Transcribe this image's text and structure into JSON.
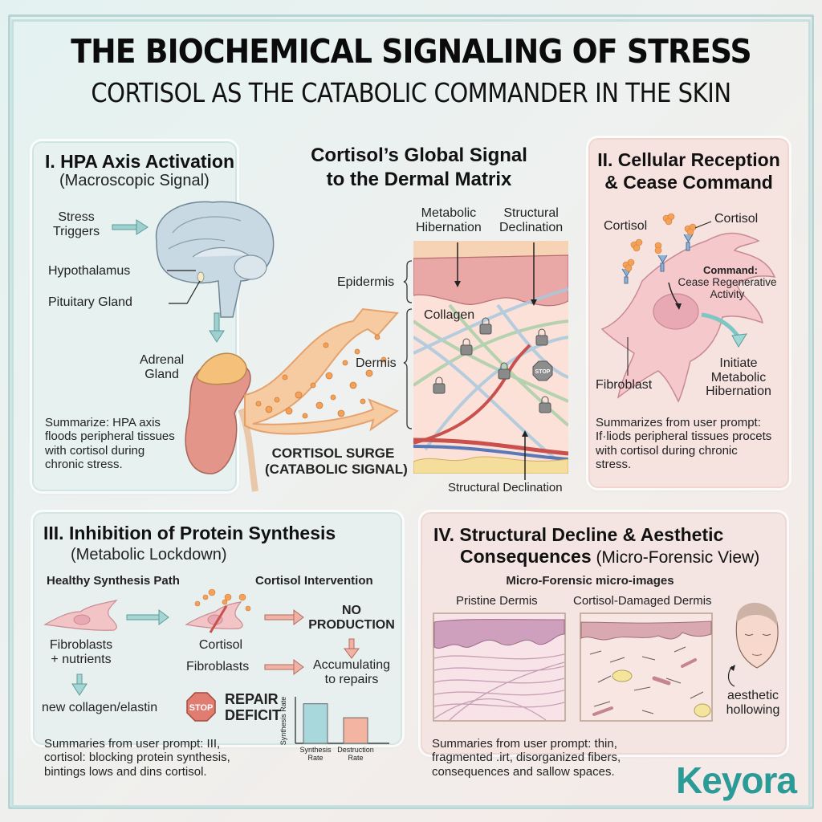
{
  "header": {
    "title": "THE BIOCHEMICAL SIGNALING OF STRESS",
    "subtitle": "CORTISOL AS THE CATABOLIC COMMANDER IN THE SKIN"
  },
  "panel1": {
    "title": "I. HPA Axis Activation",
    "subtitle": "(Macroscopic Signal)",
    "labels": {
      "stress_triggers": "Stress\nTriggers",
      "hypothalamus": "Hypothalamus",
      "pituitary": "Pituitary Gland",
      "adrenal": "Adrenal\nGland"
    },
    "summary": "Summarize: HPA axis floods peripheral tissues with cortisol during chronic stress."
  },
  "center": {
    "title_line1": "Cortisol’s Global Signal",
    "title_line2": "to the Dermal Matrix",
    "labels": {
      "metabolic_hibernation": "Metabolic\nHibernation",
      "structural_declination_top": "Structural\nDeclination",
      "epidermis": "Epidermis",
      "collagen": "Collagen",
      "dermis": "Dermis",
      "structural_declination_bottom": "Structural Declination",
      "stop": "STOP"
    },
    "surge_line1": "CORTISOL SURGE",
    "surge_line2": "(CATABOLIC SIGNAL)"
  },
  "panel2": {
    "title_line1": "II. Cellular Reception",
    "title_line2": "& Cease Command",
    "labels": {
      "cortisol_left": "Cortisol",
      "cortisol_right": "Cortisol",
      "command_head": "Command:",
      "command_body": "Cease Regenerative\nActivity",
      "fibroblast": "Fibroblast",
      "initiate": "Initiate\nMetabolic\nHibernation"
    },
    "summary": "Summarizes from user prompt: If·liods peripheral tissues procets with cortisol during chronic stress."
  },
  "panel3": {
    "title": "III. Inhibition of Protein Synthesis",
    "subtitle": "(Metabolic Lockdown)",
    "healthy_head": "Healthy Synthesis Path",
    "intervention_head": "Cortisol Intervention",
    "labels": {
      "fibroblasts_nutrients": "Fibroblasts\n+ nutrients",
      "new_collagen": "new collagen/elastin",
      "cortisol": "Cortisol",
      "fibroblasts": "Fibroblasts",
      "no_production": "NO\nPRODUCTION",
      "accumulating": "Accumulating\nto repairs",
      "repair_deficit": "REPAIR\nDEFICIT",
      "stop": "STOP"
    },
    "summary": "Summaries from user prompt: III, cortisol: blocking protein synthesis, bintings lows and dins cortisol."
  },
  "chart_data": {
    "type": "bar",
    "title": "",
    "xlabel": "",
    "ylabel": "Synthesis Rate",
    "categories": [
      "Synthesis\nRate",
      "Destruction\nRate"
    ],
    "values": [
      85,
      55
    ],
    "ylim": [
      0,
      100
    ],
    "colors": [
      "#a8d8dc",
      "#f4b4a2"
    ],
    "grid": false
  },
  "panel4": {
    "title_line1": "IV. Structural Decline & Aesthetic",
    "title_line2_bold": "Consequences",
    "title_line2_rest": " (Micro-Forensic View)",
    "images_head": "Micro-Forensic micro-images",
    "pristine": "Pristine Dermis",
    "damaged": "Cortisol-Damaged Dermis",
    "aesthetic": "aesthetic\nhollowing",
    "summary": "Summaries from user prompt: thin, fragmented .irt, disorganized fibers, consequences and sallow spaces."
  },
  "brand": {
    "name": "Keyora",
    "color": "#2b9b97"
  },
  "colors": {
    "teal": "#7fc3c3",
    "salmon": "#e7a08e",
    "cortisol": "#f0a24a",
    "lock": "#8a8a8a"
  }
}
